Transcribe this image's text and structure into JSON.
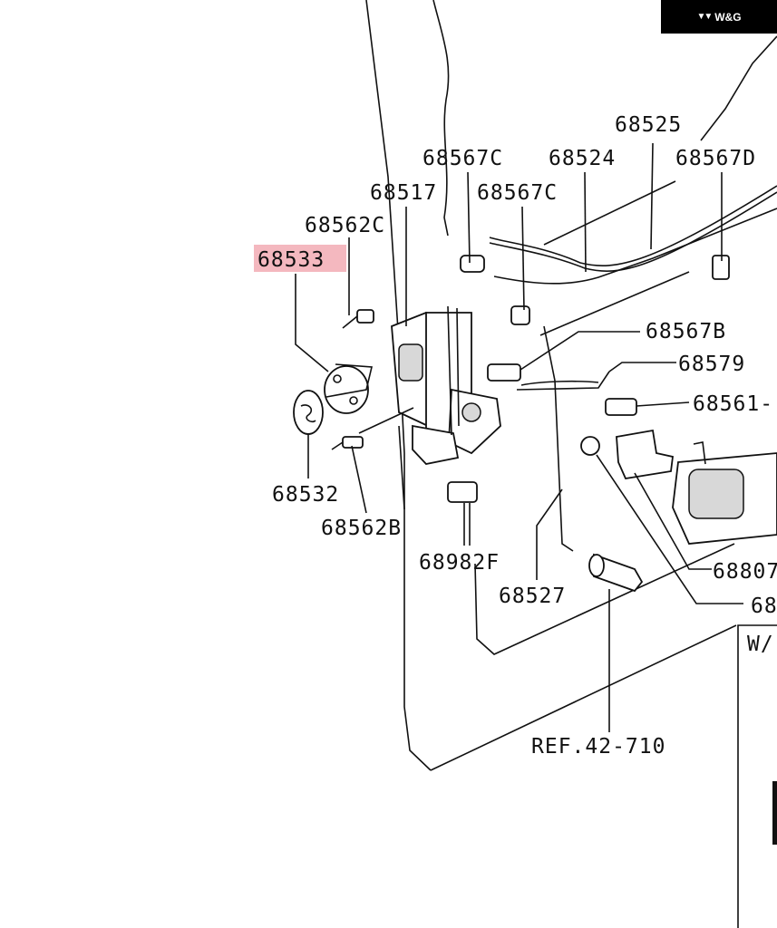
{
  "brand": {
    "mark": "▼▼",
    "text": "W&G"
  },
  "highlight_color": "#f4b8bf",
  "labels": {
    "p68525": "68525",
    "p68567C_a": "68567C",
    "p68524": "68524",
    "p68567D": "68567D",
    "p68517": "68517",
    "p68567C_b": "68567C",
    "p68562C": "68562C",
    "p68533": "68533",
    "p68567B": "68567B",
    "p68579": "68579",
    "p68561": "68561-",
    "p68532": "68532",
    "p68562B": "68562B",
    "p68982F": "68982F",
    "p68527": "68527",
    "p68807": "68807",
    "p688": "68",
    "ref": "REF.42-710",
    "wnote": "W/"
  }
}
